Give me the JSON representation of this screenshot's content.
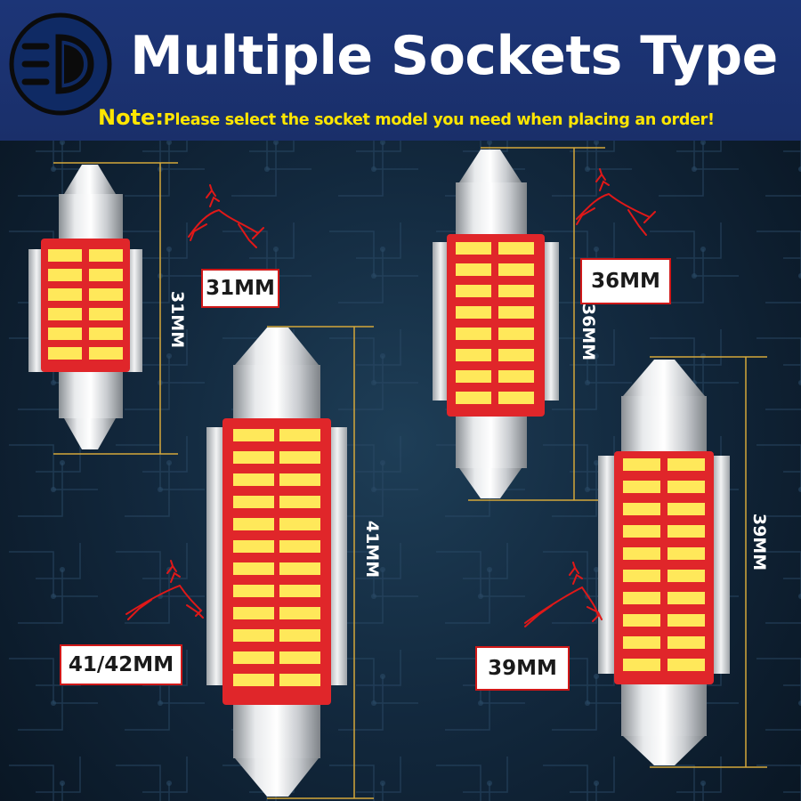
{
  "header": {
    "title": "Multiple Sockets Type",
    "note_label": "Note:",
    "note_text": "Please select the socket model you need when placing an order!"
  },
  "logo": {
    "icon": "headlight-icon",
    "color": "#0b0b0b"
  },
  "bulbs": [
    {
      "tag": "31MM",
      "dimension": "31MM"
    },
    {
      "tag": "36MM",
      "dimension": "36MM"
    },
    {
      "tag": "41/42MM",
      "dimension": "41MM"
    },
    {
      "tag": "39MM",
      "dimension": "39MM"
    }
  ],
  "colors": {
    "header_bg": "#1c3577",
    "title": "#ffffff",
    "note": "#ffe600",
    "pcb": "#e0262a",
    "led": "#ffe85a",
    "tag_border": "#d01818",
    "measure_line": "#d4a73a",
    "deer": "#e01818"
  }
}
